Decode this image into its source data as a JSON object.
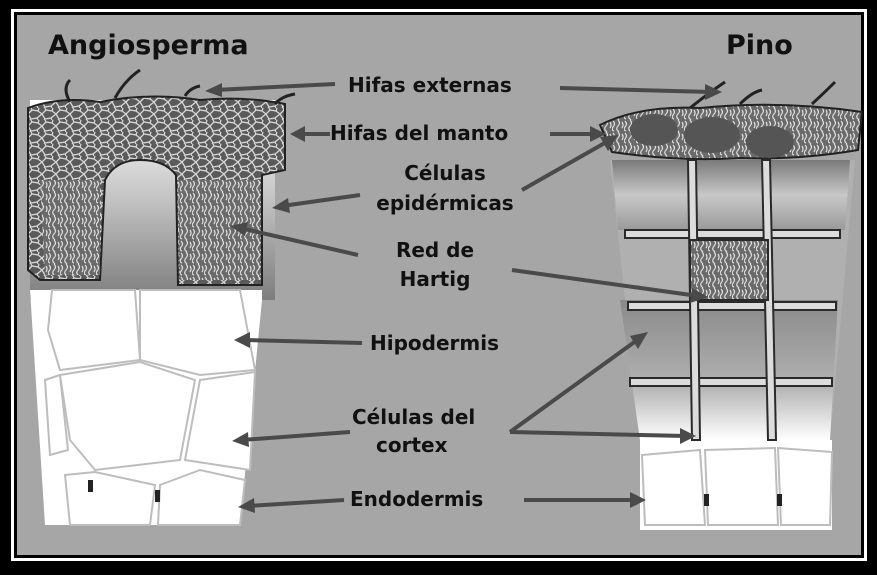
{
  "titles": {
    "left": "Angiosperma",
    "right": "Pino"
  },
  "labels": {
    "hifas_externas": "Hifas externas",
    "hifas_manto": "Hifas del manto",
    "celulas_epidermicas_1": "Células",
    "celulas_epidermicas_2": "epidérmicas",
    "red_hartig_1": "Red de",
    "red_hartig_2": "Hartig",
    "hipodermis": "Hipodermis",
    "celulas_cortex_1": "Células del",
    "celulas_cortex_2": "cortex",
    "endodermis": "Endodermis"
  },
  "colors": {
    "frame_outer": "#000000",
    "frame_inner": "#ffffff",
    "background": "#a6a6a6",
    "mantle_dark": "#3a3a3a",
    "cell_white": "#ffffff",
    "arrow": "#4a4a4a"
  }
}
